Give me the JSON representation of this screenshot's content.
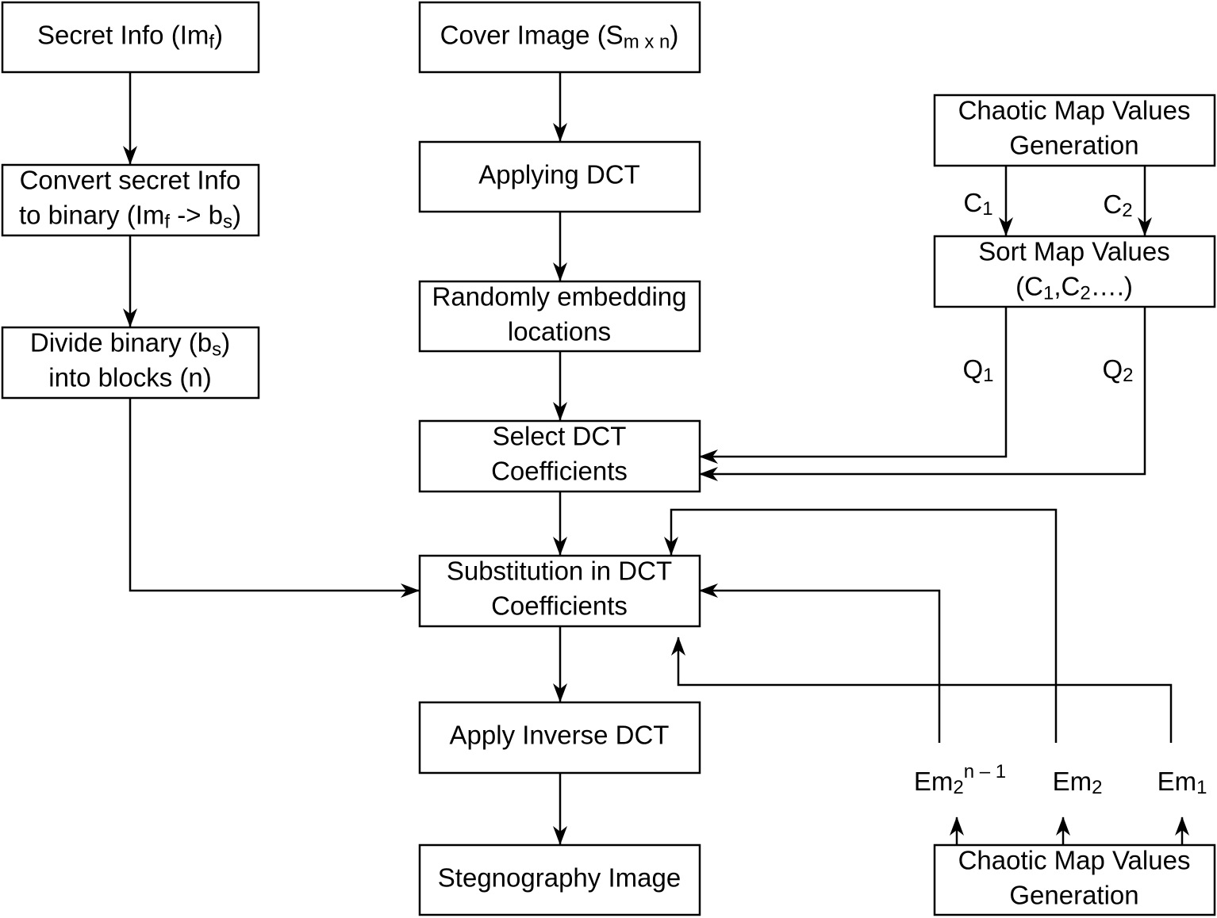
{
  "nodes": {
    "secret_info": {
      "lines": [
        [
          {
            "t": "Secret Info (Im"
          },
          {
            "t": "f",
            "sub": true
          },
          {
            "t": ")"
          }
        ]
      ]
    },
    "convert_binary": {
      "lines": [
        [
          {
            "t": "Convert secret Info"
          }
        ],
        [
          {
            "t": "to binary (Im"
          },
          {
            "t": "f",
            "sub": true
          },
          {
            "t": " -> b"
          },
          {
            "t": "s",
            "sub": true
          },
          {
            "t": ")"
          }
        ]
      ]
    },
    "divide_binary": {
      "lines": [
        [
          {
            "t": "Divide binary (b"
          },
          {
            "t": "s",
            "sub": true
          },
          {
            "t": ")"
          }
        ],
        [
          {
            "t": "into blocks (n)"
          }
        ]
      ]
    },
    "cover_image": {
      "lines": [
        [
          {
            "t": "Cover Image (S"
          },
          {
            "t": "m x n",
            "sub": true
          },
          {
            "t": ")"
          }
        ]
      ]
    },
    "applying_dct": {
      "lines": [
        [
          {
            "t": "Applying DCT"
          }
        ]
      ]
    },
    "random_locations": {
      "lines": [
        [
          {
            "t": "Randomly embedding"
          }
        ],
        [
          {
            "t": "locations"
          }
        ]
      ]
    },
    "select_dct": {
      "lines": [
        [
          {
            "t": "Select DCT"
          }
        ],
        [
          {
            "t": "Coefficients"
          }
        ]
      ]
    },
    "substitution": {
      "lines": [
        [
          {
            "t": "Substitution in DCT"
          }
        ],
        [
          {
            "t": "Coefficients"
          }
        ]
      ]
    },
    "inverse_dct": {
      "lines": [
        [
          {
            "t": "Apply Inverse DCT"
          }
        ]
      ]
    },
    "stego_image": {
      "lines": [
        [
          {
            "t": "Stegnography Image"
          }
        ]
      ]
    },
    "chaotic_top": {
      "lines": [
        [
          {
            "t": "Chaotic Map Values"
          }
        ],
        [
          {
            "t": "Generation"
          }
        ]
      ]
    },
    "sort_map": {
      "lines": [
        [
          {
            "t": "Sort Map Values"
          }
        ],
        [
          {
            "t": "(C"
          },
          {
            "t": "1",
            "sub": true
          },
          {
            "t": ",C"
          },
          {
            "t": "2",
            "sub": true
          },
          {
            "t": "….)"
          }
        ]
      ]
    },
    "chaotic_bottom": {
      "lines": [
        [
          {
            "t": "Chaotic Map Values"
          }
        ],
        [
          {
            "t": "Generation"
          }
        ]
      ]
    }
  },
  "labels": {
    "c1": [
      {
        "t": "C"
      },
      {
        "t": "1",
        "sub": true
      }
    ],
    "c2": [
      {
        "t": "C"
      },
      {
        "t": "2",
        "sub": true
      }
    ],
    "q1": [
      {
        "t": "Q"
      },
      {
        "t": "1",
        "sub": true
      }
    ],
    "q2": [
      {
        "t": "Q"
      },
      {
        "t": "2",
        "sub": true
      }
    ],
    "em2n1": [
      {
        "t": "Em"
      },
      {
        "t": "2",
        "sub": true
      },
      {
        "t": "n – 1",
        "sup": true
      }
    ],
    "em2": [
      {
        "t": "Em"
      },
      {
        "t": "2",
        "sub": true
      }
    ],
    "em1": [
      {
        "t": "Em"
      },
      {
        "t": "1",
        "sub": true
      }
    ]
  }
}
